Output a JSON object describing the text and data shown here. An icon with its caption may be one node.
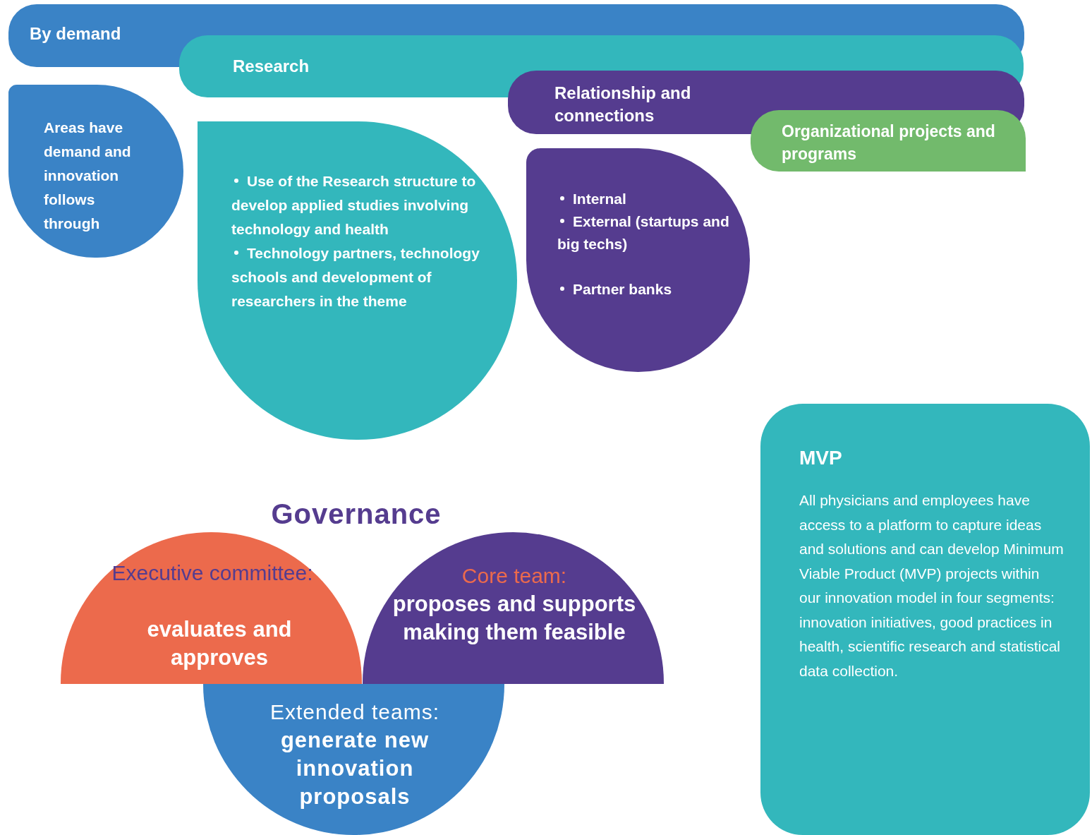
{
  "diagram": {
    "nodes": [
      {
        "text": [
          "By demand"
        ]
      },
      {
        "text": [
          "Research"
        ]
      },
      {
        "text": [
          "Relationship and connections"
        ]
      },
      {
        "text": [
          "Organizational projects and programs"
        ]
      },
      {
        "text": [
          "Areas have demand and innovation follows through"
        ]
      },
      {
        "text": [
          "Use of the Research structure to develop applied studies involving technology and health",
          "Technology partners, technology schools and development of researchers in the theme"
        ]
      },
      {
        "text": [
          "Internal",
          "External (startups and big techs)",
          "Partner banks"
        ]
      },
      {
        "text": [
          "MVP",
          "All physicians and employees have access to a platform to capture ideas and solutions and can develop Minimum Viable Product (MVP) projects within our innovation model in four segments: innovation initiatives, good practices in health, scientific research and statistical data collection."
        ]
      },
      {
        "text": [
          "Executive committee:",
          "evaluates and approves"
        ]
      },
      {
        "text": [
          "Core team:",
          "proposes and supports making them feasible"
        ]
      },
      {
        "text": [
          "Extended teams:",
          "generate new innovation proposals"
        ]
      }
    ],
    "labels": [
      "Governance"
    ]
  }
}
